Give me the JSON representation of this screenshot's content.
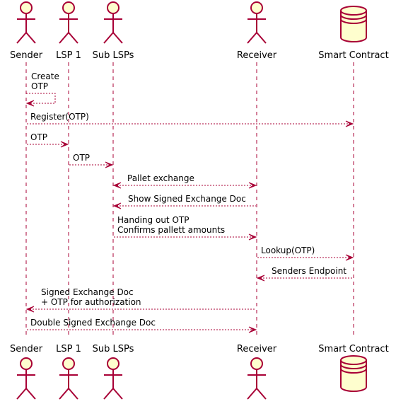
{
  "participants": [
    {
      "id": "sender",
      "label": "Sender",
      "kind": "actor"
    },
    {
      "id": "lsp1",
      "label": "LSP 1",
      "kind": "actor"
    },
    {
      "id": "sublsps",
      "label": "Sub LSPs",
      "kind": "actor"
    },
    {
      "id": "receiver",
      "label": "Receiver",
      "kind": "actor"
    },
    {
      "id": "contract",
      "label": "Smart Contract",
      "kind": "database"
    }
  ],
  "messages": [
    {
      "from": "sender",
      "to": "sender",
      "lines": [
        "Create",
        "OTP"
      ]
    },
    {
      "from": "sender",
      "to": "contract",
      "lines": [
        "Register(OTP)"
      ]
    },
    {
      "from": "sender",
      "to": "lsp1",
      "lines": [
        "OTP"
      ]
    },
    {
      "from": "lsp1",
      "to": "sublsps",
      "lines": [
        "OTP"
      ]
    },
    {
      "from": "sublsps",
      "to": "receiver",
      "lines": [
        "Pallet exchange"
      ],
      "bidirectional": true
    },
    {
      "from": "receiver",
      "to": "sublsps",
      "lines": [
        "Show Signed Exchange Doc"
      ]
    },
    {
      "from": "sublsps",
      "to": "receiver",
      "lines": [
        "Handing out OTP",
        "Confirms pallett amounts"
      ]
    },
    {
      "from": "receiver",
      "to": "contract",
      "lines": [
        "Lookup(OTP)"
      ]
    },
    {
      "from": "contract",
      "to": "receiver",
      "lines": [
        "Senders Endpoint"
      ]
    },
    {
      "from": "receiver",
      "to": "sender",
      "lines": [
        "Signed Exchange Doc",
        "+ OTP for authorization"
      ]
    },
    {
      "from": "sender",
      "to": "receiver",
      "lines": [
        "Double Signed Exchange Doc"
      ]
    }
  ],
  "colors": {
    "line": "#a80036",
    "fill": "#fefece"
  }
}
